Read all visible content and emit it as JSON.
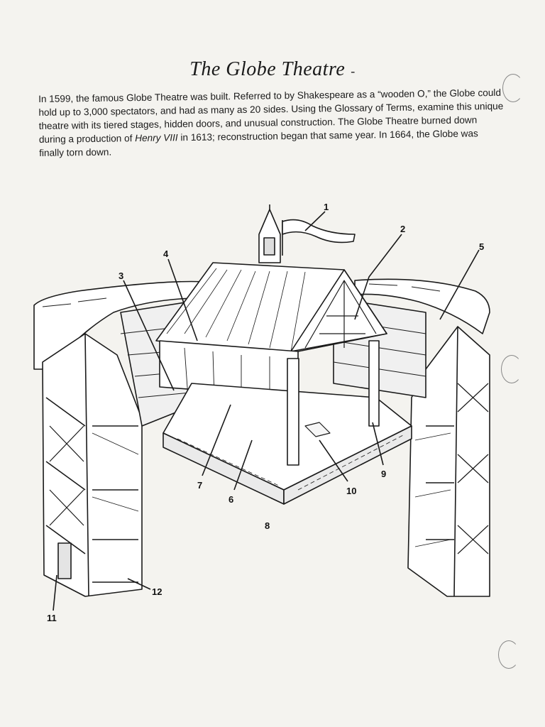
{
  "document": {
    "title": "The Globe Theatre",
    "title_mark": "-",
    "intro_parts": {
      "before_play": "In 1599, the famous Globe Theatre was built. Referred to by Shakespeare as a “wooden O,” the Globe could hold up to 3,000 spectators, and had as many as 20 sides. Using the Glossary of Terms, examine this unique theatre with its tiered stages, hidden doors, and unusual construction. The Globe Theatre burned down during a production of ",
      "play": "Henry VIII",
      "after_play": " in 1613; reconstruction began that same year. In 1664, the Globe was finally torn down."
    }
  },
  "diagram": {
    "callouts": [
      "1",
      "2",
      "3",
      "4",
      "5",
      "6",
      "7",
      "8",
      "9",
      "10",
      "11",
      "12"
    ]
  }
}
